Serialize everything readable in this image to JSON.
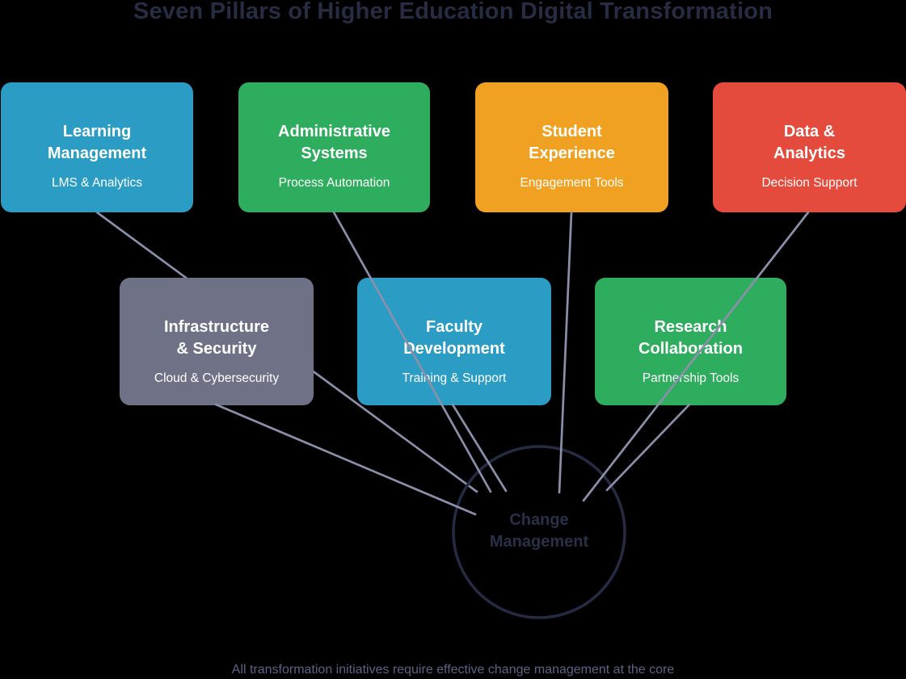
{
  "title": "Seven Pillars of Higher Education Digital Transformation",
  "title_color": "#262c42",
  "caption": "All transformation initiatives require effective change management at the core",
  "caption_color": "#5b6384",
  "background_color": "#000000",
  "connector_color": "#8a90aa",
  "center_node": {
    "label_line1": "Change",
    "label_line2": "Management",
    "border_color": "#252b42",
    "text_color": "#293047"
  },
  "pillars": [
    {
      "title_line1": "Learning",
      "title_line2": "Management",
      "subtitle": "LMS & Analytics",
      "color": "#2b9dc4"
    },
    {
      "title_line1": "Administrative",
      "title_line2": "Systems",
      "subtitle": "Process Automation",
      "color": "#2ead5e"
    },
    {
      "title_line1": "Student",
      "title_line2": "Experience",
      "subtitle": "Engagement Tools",
      "color": "#f0a122"
    },
    {
      "title_line1": "Data &",
      "title_line2": "Analytics",
      "subtitle": "Decision Support",
      "color": "#e44b3c"
    },
    {
      "title_line1": "Infrastructure",
      "title_line2": "& Security",
      "subtitle": "Cloud & Cybersecurity",
      "color": "#6f7287"
    },
    {
      "title_line1": "Faculty",
      "title_line2": "Development",
      "subtitle": "Training & Support",
      "color": "#2b9dc4"
    },
    {
      "title_line1": "Research",
      "title_line2": "Collaboration",
      "subtitle": "Partnership Tools",
      "color": "#2ead5e"
    }
  ]
}
